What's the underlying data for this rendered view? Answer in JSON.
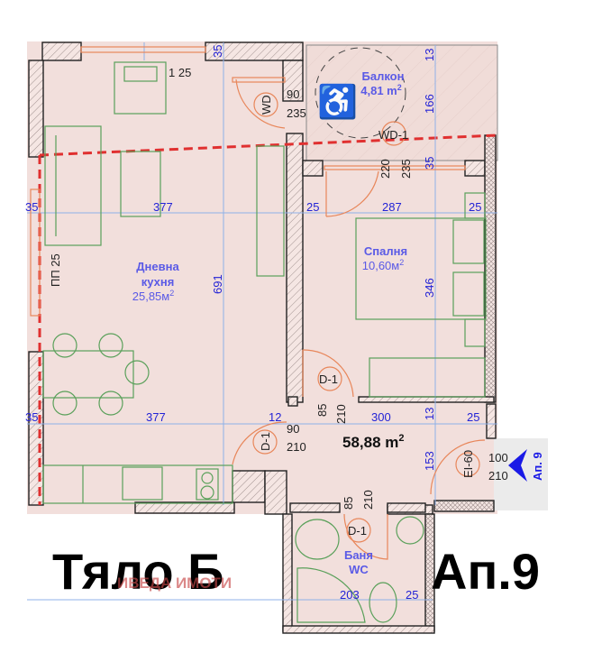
{
  "plan": {
    "building_label": "Тяло Б",
    "apartment_label": "Ап.9",
    "watermark": "ИВЕДА ИМОТИ",
    "total_area": "58,88 m",
    "total_area_sup": "2",
    "entry_marker": "Ап. 9",
    "colors": {
      "floor": "#f2dfdc",
      "balcony": "#f0dcd8",
      "wall": "#222222",
      "dimension": "#2323d6",
      "room_label": "#5a5ae6",
      "furniture": "#5aa05a",
      "door": "#e8865a",
      "boundary_dash": "#e03030"
    }
  },
  "rooms": [
    {
      "name": "Дневна",
      "name2": "кухня",
      "area": "25,85м",
      "sup": "2"
    },
    {
      "name": "Спалня",
      "area": "10,60м",
      "sup": "2"
    },
    {
      "name": "Балкон",
      "area": "4,81 m",
      "sup": "2"
    },
    {
      "name": "Баня",
      "name2": "WC"
    }
  ],
  "doors": [
    {
      "tag": "WD",
      "w": "90",
      "h": "235"
    },
    {
      "tag": "WD-1",
      "w": "220",
      "h": "235"
    },
    {
      "tag": "D-1",
      "w": "85",
      "h": "210"
    },
    {
      "tag": "D-1",
      "w": "90",
      "h": "210"
    },
    {
      "tag": "D-1",
      "w": "85",
      "h": "210"
    },
    {
      "tag": "EI-60",
      "w": "100",
      "h": "210"
    }
  ],
  "labels": {
    "window_top": "1 25",
    "window_left": "ПП 25"
  },
  "dimensions": {
    "d35_top": "35",
    "d13_top": "13",
    "d166": "166",
    "d35_mid": "35",
    "d377_top": "377",
    "d35_left_top": "35",
    "d25_a": "25",
    "d287": "287",
    "d25_b": "25",
    "d691": "691",
    "d346": "346",
    "d377_bottom": "377",
    "d35_left_bottom": "35",
    "d12": "12",
    "d300": "300",
    "d13_mid": "13",
    "d25_c": "25",
    "d153": "153",
    "d203": "203",
    "d25_d": "25"
  }
}
